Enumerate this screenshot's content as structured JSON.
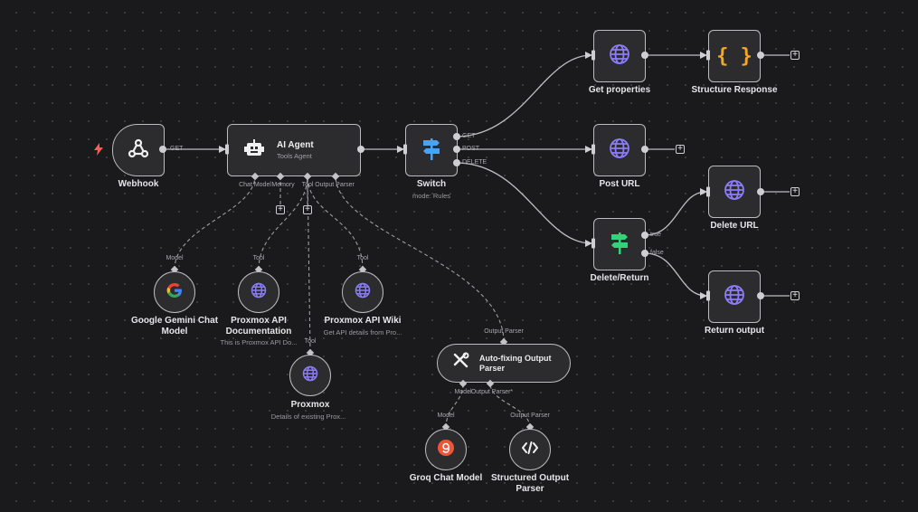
{
  "nodes": {
    "webhook": {
      "label": "Webhook",
      "port_label": "GET"
    },
    "ai_agent": {
      "title": "AI Agent",
      "subtitle": "Tools Agent",
      "port_labels": [
        "Chat Model",
        "Memory",
        "Tool",
        "Output Parser"
      ]
    },
    "switch": {
      "label": "Switch",
      "subtitle": "mode: Rules",
      "outputs": [
        "GET",
        "POST",
        "DELETE"
      ]
    },
    "get_properties": {
      "label": "Get properties"
    },
    "structure_response": {
      "label": "Structure Response"
    },
    "post_url": {
      "label": "Post URL"
    },
    "delete_return": {
      "label": "Delete/Return",
      "outputs": [
        "true",
        "false"
      ]
    },
    "delete_url": {
      "label": "Delete URL"
    },
    "return_output": {
      "label": "Return output"
    },
    "gemini": {
      "label_line1": "Google Gemini Chat",
      "label_line2": "Model",
      "tag": "Model"
    },
    "proxmox_docs": {
      "label_line1": "Proxmox API",
      "label_line2": "Documentation",
      "subtitle": "This is Proxmox API Do...",
      "tag": "Tool"
    },
    "proxmox_wiki": {
      "label": "Proxmox API Wiki",
      "subtitle": "Get API details from Pro...",
      "tag": "Tool"
    },
    "proxmox": {
      "label": "Proxmox",
      "subtitle": "Details of existing Prox...",
      "tag": "Tool"
    },
    "auto_fixing": {
      "title_line1": "Auto-fixing Output",
      "title_line2": "Parser",
      "tag": "Output Parser",
      "port_labels": [
        "Model",
        "Output Parser*"
      ]
    },
    "groq": {
      "label": "Groq Chat Model",
      "tag": "Model"
    },
    "structured_parser": {
      "label_line1": "Structured Output",
      "label_line2": "Parser",
      "tag": "Output Parser"
    }
  },
  "add_button_symbol": "+",
  "icons": {
    "trigger": "lightning-bolt-icon",
    "webhook": "webhook-icon",
    "agent": "robot-icon",
    "switch": "signpost-icon",
    "http": "globe-icon",
    "code": "curly-braces-icon",
    "google": "google-logo-icon",
    "groq": "groq-logo-icon",
    "tools": "wrench-screwdriver-icon",
    "parser": "code-brackets-icon"
  },
  "colors": {
    "background": "#1a1a1c",
    "node_fill": "#2c2c2e",
    "node_border": "#bcbcc0",
    "globe": "#8b7cf6",
    "switch_blue": "#4aa3f0",
    "switch_green": "#35d27a",
    "braces": "#f5a623",
    "groq": "#f05537",
    "trigger": "#ff5a5a"
  }
}
